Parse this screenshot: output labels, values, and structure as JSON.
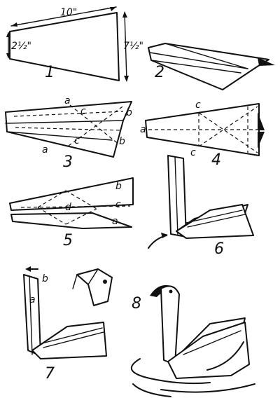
{
  "steps": {
    "s1": {
      "number": "1",
      "width_label": "10\"",
      "height_label": "7½\"",
      "short_label": "2½\""
    },
    "s2": {
      "number": "2"
    },
    "s3": {
      "number": "3",
      "labels": {
        "a_top": "a",
        "a_bottom": "a",
        "b_top": "b",
        "b_bottom": "b",
        "c_top": "c",
        "c_bottom": "c"
      }
    },
    "s4": {
      "number": "4",
      "labels": {
        "a": "a",
        "c_top": "c",
        "c_bottom": "c"
      }
    },
    "s5": {
      "number": "5",
      "labels": {
        "a": "a",
        "b": "b",
        "c": "c",
        "d": "d"
      }
    },
    "s6": {
      "number": "6"
    },
    "s7": {
      "number": "7",
      "labels": {
        "a": "a",
        "b": "b"
      }
    },
    "s8": {
      "number": "8"
    }
  }
}
